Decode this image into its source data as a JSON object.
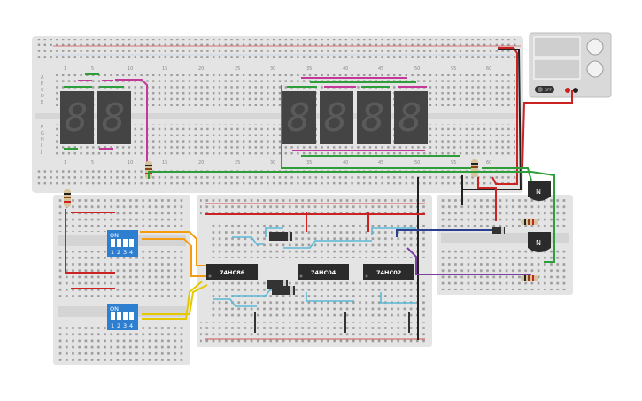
{
  "breadboard_top": {
    "col_labels": [
      "1",
      "5",
      "10",
      "15",
      "20",
      "25",
      "30",
      "35",
      "40",
      "45",
      "50",
      "55",
      "60"
    ],
    "row_labels_top": [
      "A",
      "B",
      "C",
      "D",
      "E"
    ],
    "row_labels_bottom": [
      "F",
      "G",
      "H",
      "I",
      "J"
    ]
  },
  "chips": [
    {
      "label": "74HC86"
    },
    {
      "label": "74HC04"
    },
    {
      "label": "74HC02"
    }
  ],
  "dip_switches": [
    {
      "on_label": "ON",
      "numbers": [
        "1",
        "2",
        "3",
        "4"
      ]
    },
    {
      "on_label": "ON",
      "numbers": [
        "1",
        "2",
        "3",
        "4"
      ]
    }
  ],
  "transistors": [
    {
      "label": "N"
    },
    {
      "label": "N"
    }
  ],
  "power_supply": {
    "label": "OFF"
  },
  "displays": {
    "left_count": 2,
    "right_count": 4
  }
}
